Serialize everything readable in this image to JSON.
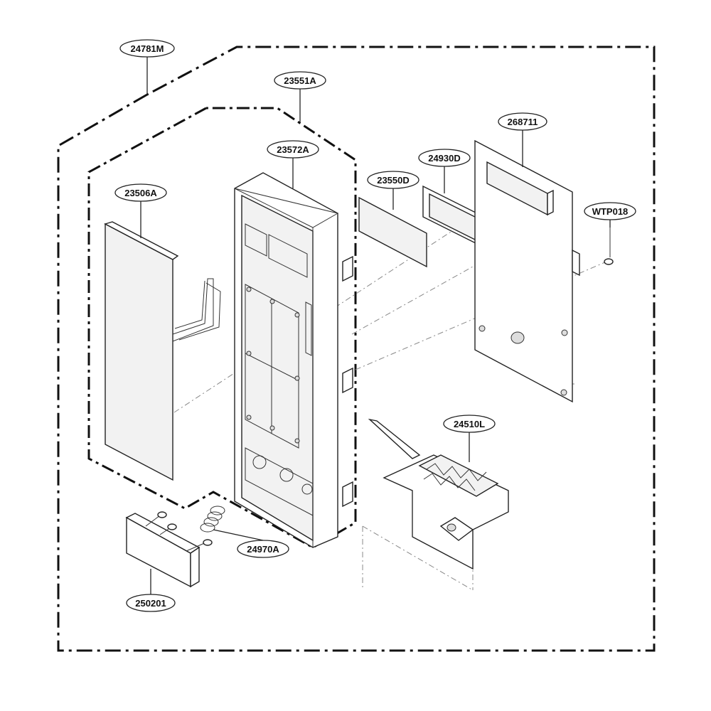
{
  "labels": {
    "assembly_frame": "24781M",
    "door_frame": "23551A",
    "control_panel": "23572A",
    "membrane_sheet": "23506A",
    "window_film": "23550D",
    "window_holder": "24930D",
    "pcb_assembly": "268711",
    "screw": "WTP018",
    "latch_lever": "24510L",
    "spring": "24970A",
    "push_button": "250201"
  },
  "colors": {
    "line": "#222222",
    "background": "#ffffff",
    "part_shade": "#f2f2f2"
  }
}
